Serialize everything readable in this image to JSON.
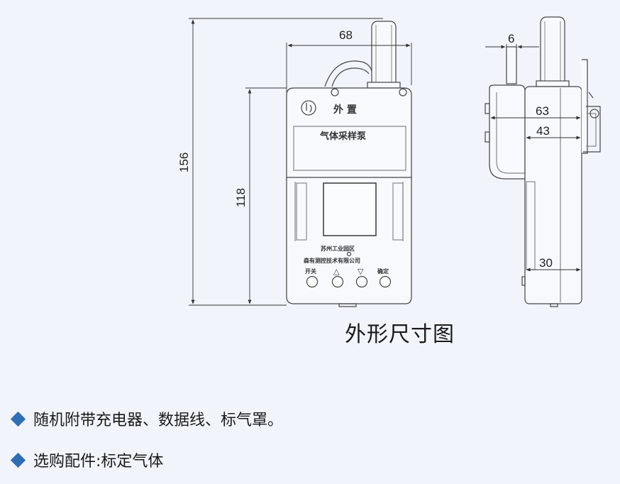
{
  "dimensions": {
    "width_top": "68",
    "height_total": "156",
    "height_body": "118",
    "side_top": "6",
    "side_63": "63",
    "side_43": "43",
    "side_30": "30"
  },
  "device_labels": {
    "panel_title": "外 置",
    "panel_subtitle": "气体采样泵",
    "company_line1": "苏州工业园区",
    "company_line2": "森有测控技术有限公司",
    "btn_left_label": "开关",
    "btn_up_label": "△",
    "btn_down_label": "▽",
    "btn_right_label": "确定"
  },
  "caption": "外形尺寸图",
  "bullets": [
    "随机附带充电器、数据线、标气罩。",
    "选购配件:标定气体"
  ],
  "colors": {
    "background": "#f1f5fb",
    "bullet_diamond": "#2f6db5",
    "line": "#444444"
  }
}
